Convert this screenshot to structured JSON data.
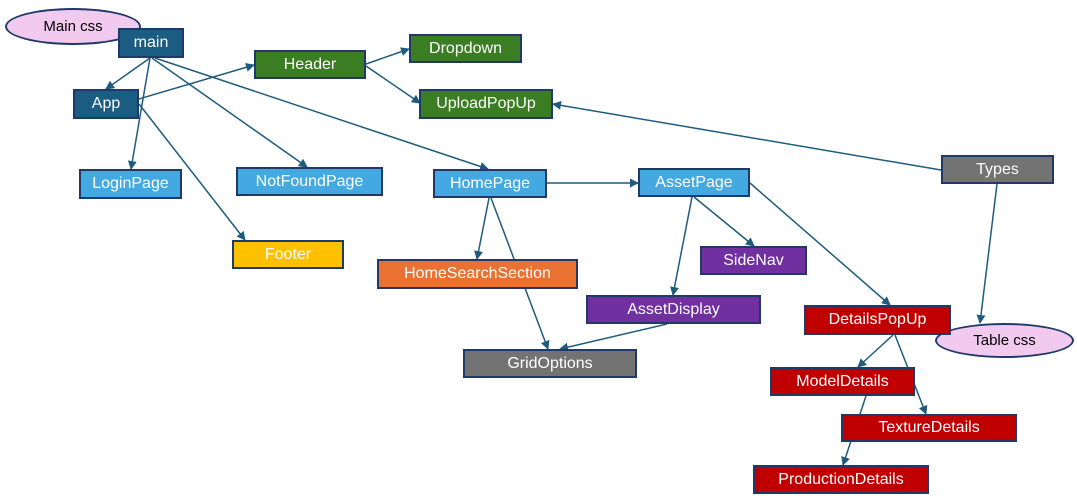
{
  "palette": {
    "navy": "#1a5c82",
    "green": "#3b7d23",
    "lightblue": "#44a9e0",
    "yellow": "#ffc000",
    "orange": "#e97132",
    "purple": "#7030a0",
    "gray": "#737373",
    "red": "#c00000",
    "pink": "#f2c9ef",
    "border": "#1f3a68",
    "line": "#1f5b7d"
  },
  "nodes": [
    {
      "id": "main",
      "label": "main",
      "color": "navy",
      "text": "#ffffff"
    },
    {
      "id": "app",
      "label": "App",
      "color": "navy",
      "text": "#ffffff"
    },
    {
      "id": "header",
      "label": "Header",
      "color": "green",
      "text": "#ffffff"
    },
    {
      "id": "dropdown",
      "label": "Dropdown",
      "color": "green",
      "text": "#ffffff"
    },
    {
      "id": "uploadpopup",
      "label": "UploadPopUp",
      "color": "green",
      "text": "#ffffff"
    },
    {
      "id": "loginpage",
      "label": "LoginPage",
      "color": "lightblue",
      "text": "#ffffff"
    },
    {
      "id": "notfoundpage",
      "label": "NotFoundPage",
      "color": "lightblue",
      "text": "#ffffff"
    },
    {
      "id": "homepage",
      "label": "HomePage",
      "color": "lightblue",
      "text": "#ffffff"
    },
    {
      "id": "assetpage",
      "label": "AssetPage",
      "color": "lightblue",
      "text": "#ffffff"
    },
    {
      "id": "types",
      "label": "Types",
      "color": "gray",
      "text": "#ffffff"
    },
    {
      "id": "footer",
      "label": "Footer",
      "color": "yellow",
      "text": "#ffffff"
    },
    {
      "id": "sidenav",
      "label": "SideNav",
      "color": "purple",
      "text": "#ffffff"
    },
    {
      "id": "homesearchsection",
      "label": "HomeSearchSection",
      "color": "orange",
      "text": "#ffffff"
    },
    {
      "id": "assetdisplay",
      "label": "AssetDisplay",
      "color": "purple",
      "text": "#ffffff"
    },
    {
      "id": "detailspopup",
      "label": "DetailsPopUp",
      "color": "red",
      "text": "#ffffff"
    },
    {
      "id": "gridoptions",
      "label": "GridOptions",
      "color": "gray",
      "text": "#ffffff"
    },
    {
      "id": "modeldetails",
      "label": "ModelDetails",
      "color": "red",
      "text": "#ffffff"
    },
    {
      "id": "texturedetails",
      "label": "TextureDetails",
      "color": "red",
      "text": "#ffffff"
    },
    {
      "id": "productiondetails",
      "label": "ProductionDetails",
      "color": "red",
      "text": "#ffffff"
    }
  ],
  "notes": [
    {
      "id": "maincss",
      "label": "Main css"
    },
    {
      "id": "tablecss",
      "label": "Table css"
    }
  ],
  "edges": [
    {
      "from": "main",
      "to": "app"
    },
    {
      "from": "main",
      "to": "loginpage"
    },
    {
      "from": "main",
      "to": "notfoundpage"
    },
    {
      "from": "main",
      "to": "homepage"
    },
    {
      "from": "app",
      "to": "header"
    },
    {
      "from": "app",
      "to": "footer"
    },
    {
      "from": "header",
      "to": "dropdown"
    },
    {
      "from": "header",
      "to": "uploadpopup"
    },
    {
      "from": "homepage",
      "to": "assetpage"
    },
    {
      "from": "homepage",
      "to": "homesearchsection"
    },
    {
      "from": "homepage",
      "to": "gridoptions"
    },
    {
      "from": "assetpage",
      "to": "sidenav"
    },
    {
      "from": "assetpage",
      "to": "assetdisplay"
    },
    {
      "from": "assetpage",
      "to": "detailspopup"
    },
    {
      "from": "assetdisplay",
      "to": "gridoptions"
    },
    {
      "from": "types",
      "to": "uploadpopup"
    },
    {
      "from": "types",
      "to": "detailspopup"
    },
    {
      "from": "detailspopup",
      "to": "modeldetails"
    },
    {
      "from": "detailspopup",
      "to": "texturedetails"
    },
    {
      "from": "modeldetails",
      "to": "productiondetails"
    }
  ]
}
